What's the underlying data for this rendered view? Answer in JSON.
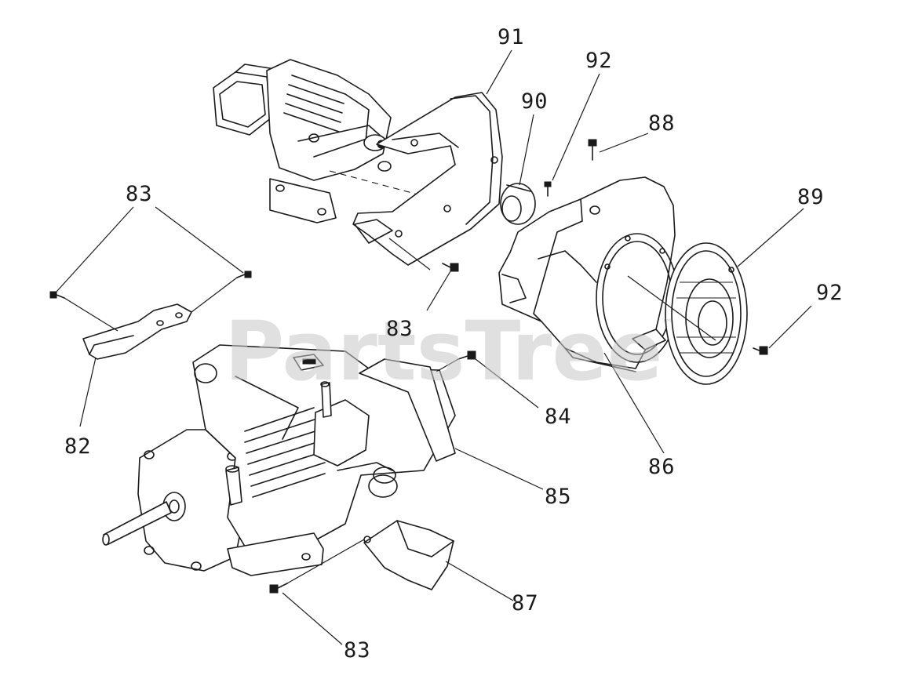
{
  "watermark": {
    "text": "PartsTree",
    "trademark": "™"
  },
  "callouts": {
    "c91": "91",
    "c92_top": "92",
    "c90": "90",
    "c88": "88",
    "c89": "89",
    "c92_right": "92",
    "c83_left": "83",
    "c83_center": "83",
    "c82": "82",
    "c84": "84",
    "c86": "86",
    "c85": "85",
    "c87": "87",
    "c83_bottom": "83"
  }
}
